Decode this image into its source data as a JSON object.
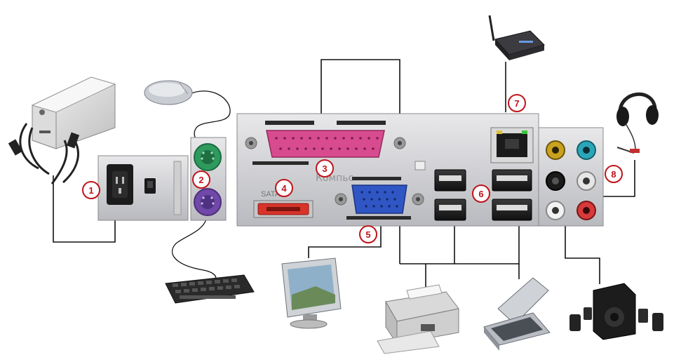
{
  "watermark": "Компьс",
  "port_texts": {
    "esata": "SATA"
  },
  "markers": [
    {
      "id": "1",
      "label": "1"
    },
    {
      "id": "2",
      "label": "2"
    },
    {
      "id": "3",
      "label": "3"
    },
    {
      "id": "4",
      "label": "4"
    },
    {
      "id": "5",
      "label": "5"
    },
    {
      "id": "6",
      "label": "6"
    },
    {
      "id": "7",
      "label": "7"
    },
    {
      "id": "8",
      "label": "8"
    }
  ],
  "colors": {
    "marker_stroke": "#c0141a",
    "marker_text": "#c0141a",
    "ps2_mouse": "#2e9a5e",
    "ps2_keyboard": "#7048a8",
    "lpt_port": "#d84b8f",
    "vga_port": "#2f56c4",
    "esata_port": "#d8342a",
    "audio_line_in": "#2aa6b8",
    "audio_line_out": "#c9a21f",
    "audio_mic": "#d63a3a",
    "cables": "#111111"
  }
}
